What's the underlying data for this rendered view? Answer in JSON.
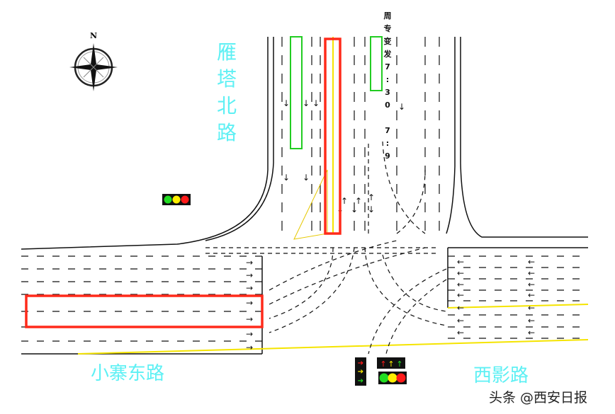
{
  "roads": {
    "north": "雁塔北路",
    "west": "小寨东路",
    "east": "西影路"
  },
  "compass_label": "N",
  "lane_note": "周专变发7:30 7:9",
  "watermark": "头条 @西安日报",
  "colors": {
    "road_name": "#5ef0f4",
    "highlight": "#ff2a1a",
    "median": "#22cc22",
    "centerline": "#f5e400",
    "signal_red": "#ff1a1a",
    "signal_yellow": "#ffee00",
    "signal_green": "#22dd22"
  }
}
